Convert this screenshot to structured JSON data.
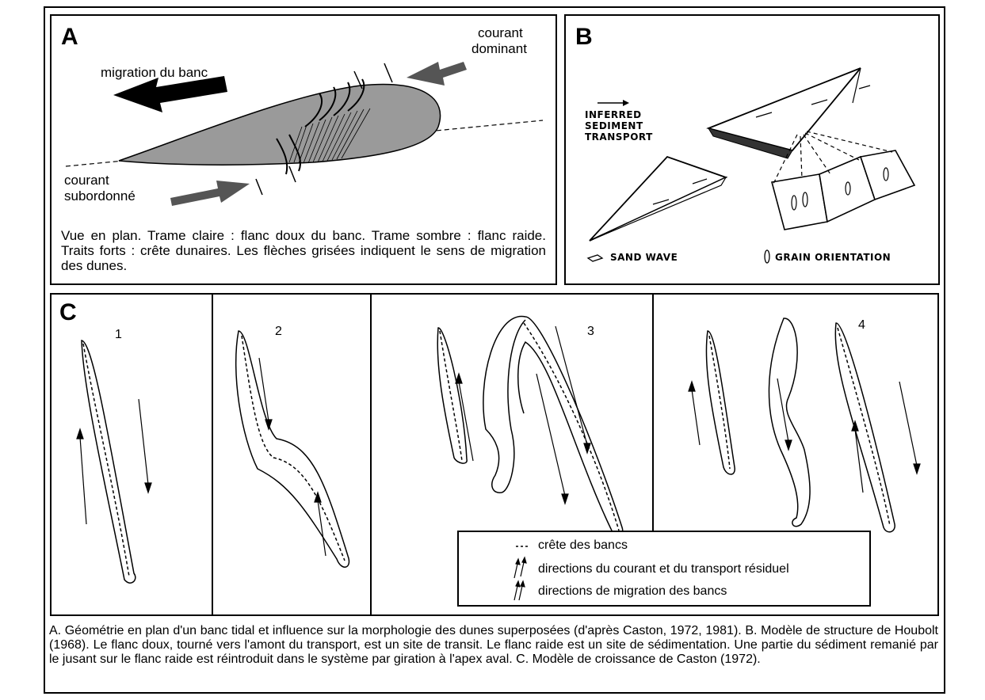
{
  "panel_a": {
    "letter": "A",
    "label_migration": "migration du banc",
    "label_courant_dominant_1": "courant",
    "label_courant_dominant_2": "dominant",
    "label_courant_subordonne_1": "courant",
    "label_courant_subordonne_2": "subordonné",
    "caption": "Vue en plan. Trame claire : flanc doux du banc. Trame sombre : flanc raide. Traits forts : crête dunaires. Les flèches grisées indiquent le sens de migration des dunes."
  },
  "panel_b": {
    "letter": "B",
    "inferred_1": "INFERRED",
    "inferred_2": "SEDIMENT",
    "inferred_3": "TRANSPORT",
    "legend_sand_wave": "SAND WAVE",
    "legend_grain": "GRAIN ORIENTATION"
  },
  "panel_c": {
    "letter": "C",
    "stages": [
      "1",
      "2",
      "3",
      "4"
    ],
    "legend": {
      "crest": "crête des bancs",
      "current": "directions du courant et du transport résiduel",
      "migration": "directions de migration des bancs"
    }
  },
  "caption": "A. Géométrie en plan d'un banc tidal et influence sur la morphologie des dunes superposées (d'après Caston, 1972, 1981). B. Modèle de structure de Houbolt (1968). Le flanc doux, tourné vers l'amont du transport, est un site de transit. Le flanc raide est un site de sédimentation. Une partie du sédiment remanié par le jusant sur le flanc raide est réintroduit dans le système par giration à l'apex aval. C. Modèle de croissance de Caston (1972)."
}
